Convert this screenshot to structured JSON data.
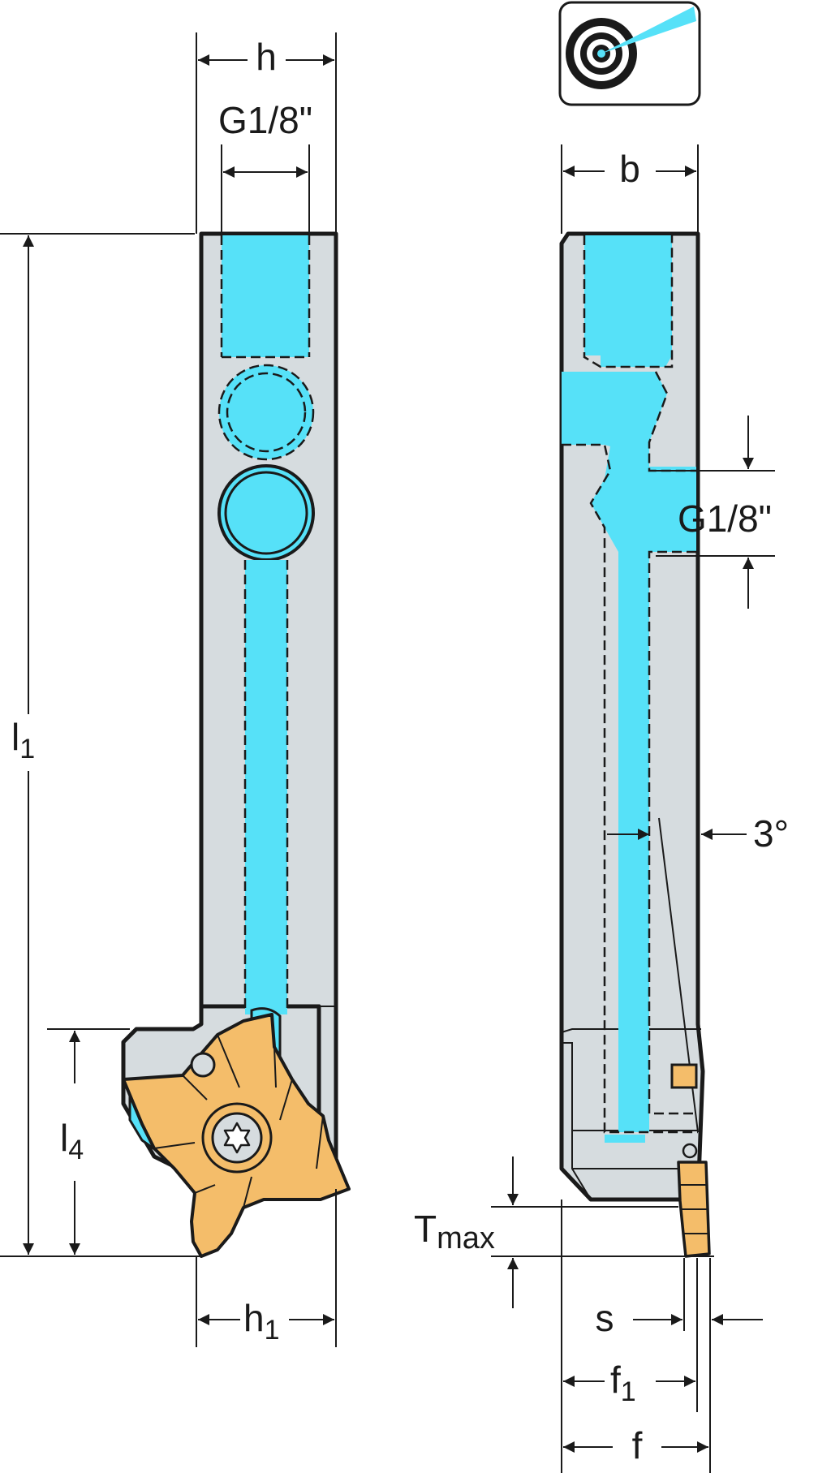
{
  "labels": {
    "h": "h",
    "thread_left": "G1/8\"",
    "b": "b",
    "thread_right": "G1/8\"",
    "l1_main": "l",
    "l1_sub": "1",
    "l4_main": "l",
    "l4_sub": "4",
    "angle": "3°",
    "tmax_main": "T",
    "tmax_sub": "max",
    "h1_main": "h",
    "h1_sub": "1",
    "s": "s",
    "f1_main": "f",
    "f1_sub": "1",
    "f": "f"
  },
  "icons": {
    "coolant": "coolant-target-icon"
  },
  "colors": {
    "body": "#d6dcdf",
    "coolant": "#56e1f8",
    "insert": "#f4bd6a",
    "outline": "#1a1a1a"
  }
}
